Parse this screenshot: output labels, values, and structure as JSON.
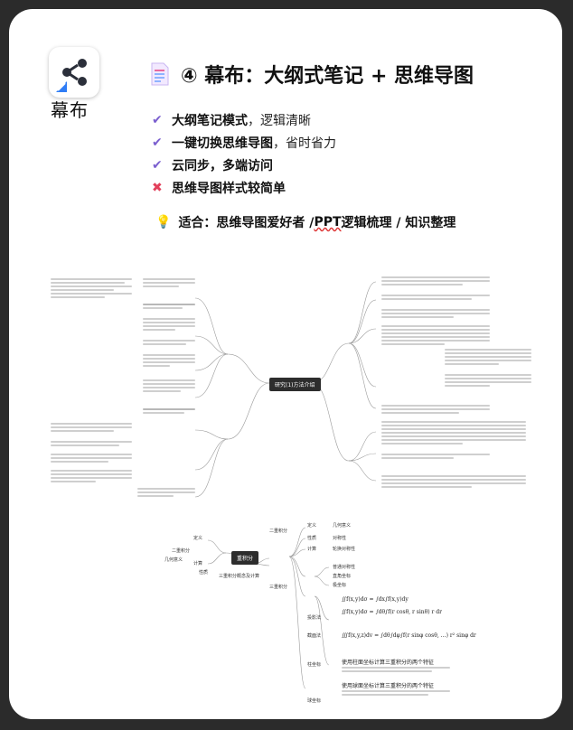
{
  "app": {
    "name": "幕布"
  },
  "header": {
    "title": "④ 幕布：大纲式笔记 + 思维导图"
  },
  "features": [
    {
      "bold": "大纲笔记模式",
      "rest": "，逻辑清晰",
      "kind": "check"
    },
    {
      "bold": "一键切换思维导图",
      "rest": "，省时省力",
      "kind": "check"
    },
    {
      "bold": "云同步，多端访问",
      "rest": "",
      "kind": "check"
    },
    {
      "bold": "思维导图样式较简单",
      "rest": "",
      "kind": "cross"
    }
  ],
  "tip": {
    "prefix": "适合：思维导图爱好者 / ",
    "underlined": "PPT",
    "suffix": " 逻辑梳理 / 知识整理"
  },
  "colors": {
    "accent": "#7b5fcf",
    "negative": "#e23f5a",
    "central": "#2d2d2d"
  },
  "mindmap1": {
    "center": "研究(1)方法介绍"
  },
  "mindmap2": {
    "center": "重积分",
    "left": [
      "定义",
      "计算",
      "二重积分",
      "几何意义",
      "性质",
      "三重积分概念及计算"
    ],
    "right": [
      "二重积分",
      "三重积分",
      "定义",
      "性质",
      "计算",
      "几何意义",
      "对称性",
      "轮换对称性",
      "普通对称性",
      "直角坐标",
      "极坐标",
      "投影法",
      "截面法",
      "柱坐标",
      "球坐标"
    ],
    "formulas": [
      "∬f(x,y)dσ = ∫dx∫f(x,y)dy",
      "∬f(x,y)dσ = ∫dθ∫f(r cosθ, r sinθ) r dr",
      "∭f(x,y,z)dv = ∫dθ∫dφ∫f(r sinφ cosθ, …) r² sinφ dr",
      "使用柱面坐标计算三重积分的两个特征",
      "使用球面坐标计算三重积分的两个特征"
    ]
  }
}
